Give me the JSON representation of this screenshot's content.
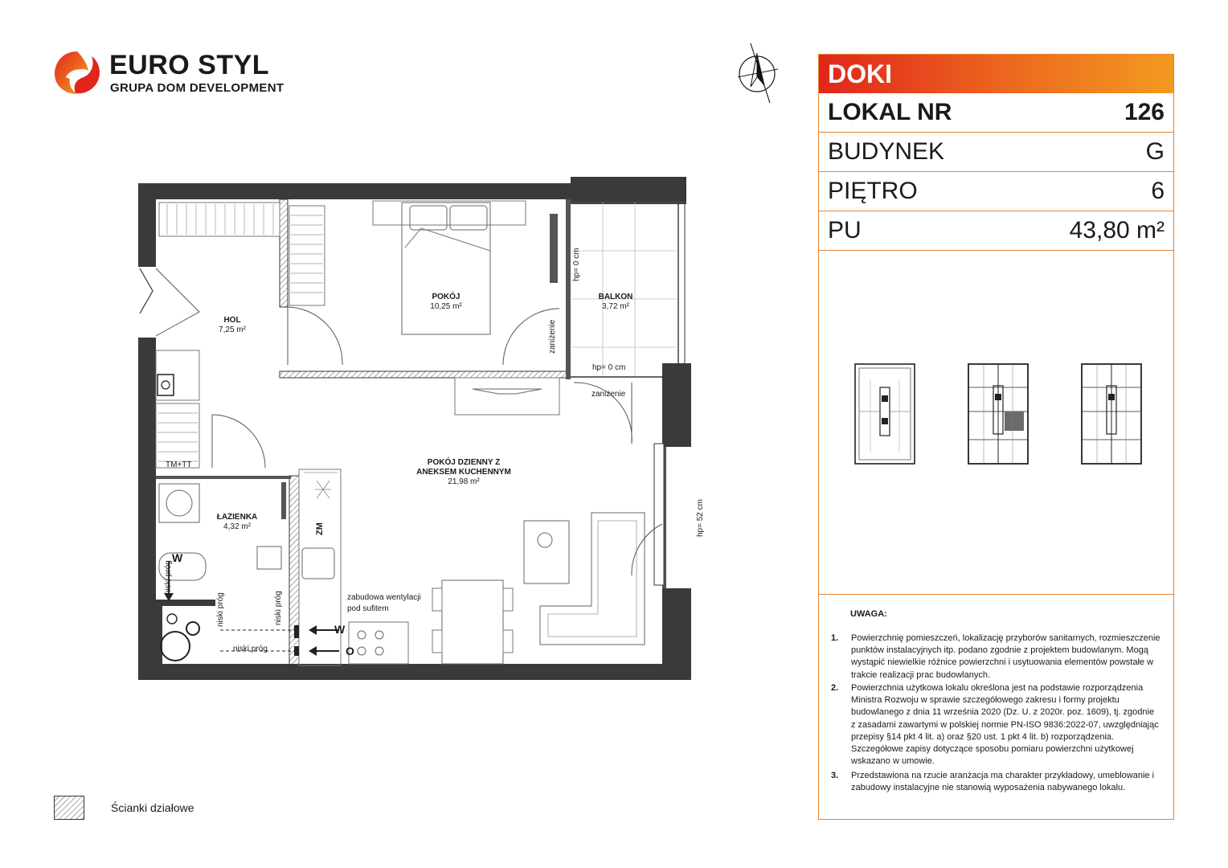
{
  "brand": {
    "name": "EURO STYL",
    "tagline": "GRUPA DOM DEVELOPMENT"
  },
  "panel": {
    "project": "DOKI",
    "rows": [
      {
        "label": "LOKAL NR",
        "value": "126"
      },
      {
        "label": "BUDYNEK",
        "value": "G"
      },
      {
        "label": "PIĘTRO",
        "value": "6"
      },
      {
        "label": "PU",
        "value": "43,80 m²"
      }
    ],
    "notes_title": "UWAGA:",
    "notes": [
      {
        "num": "1.",
        "text": "Powierzchnię pomieszczeń, lokalizację przyborów sanitarnych, rozmieszczenie punktów instalacyjnych itp. podano zgodnie z projektem budowlanym. Mogą wystąpić niewielkie różnice powierzchni i usytuowania elementów powstałe w trakcie realizacji prac budowlanych."
      },
      {
        "num": "2.",
        "text": "Powierzchnia użytkowa lokalu określona jest na podstawie rozporządzenia Ministra Rozwoju w sprawie szczegółowego zakresu i formy projektu budowlanego z dnia 11 września 2020 (Dz. U. z 2020r. poz. 1609), tj. zgodnie z zasadami zawartymi w polskiej normie PN-ISO 9836:2022-07, uwzględniając przepisy §14 pkt 4 lit. a) oraz §20 ust. 1 pkt 4 lit. b) rozporządzenia. Szczegółowe zapisy dotyczące sposobu pomiaru powierzchni użytkowej wskazano w umowie."
      },
      {
        "num": "3.",
        "text": "Przedstawiona na rzucie aranżacja ma charakter przykładowy, umeblowanie i zabudowy instalacyjne nie stanowią wyposażenia nabywanego lokalu."
      }
    ]
  },
  "plan": {
    "rooms": [
      {
        "name": "HOL",
        "area": "7,25 m²"
      },
      {
        "name": "POKÓJ",
        "area": "10,25 m²"
      },
      {
        "name": "BALKON",
        "area": "3,72 m²"
      },
      {
        "name": "POKÓJ DZIENNY Z",
        "name2": "ANEKSEM KUCHENNYM",
        "area": "21,98 m²"
      },
      {
        "name": "ŁAZIENKA",
        "area": "4,32 m²"
      }
    ],
    "annotations": {
      "hp_balcony_side": "hp= 0 cm",
      "hp_balcony_bottom": "hp= 0 cm",
      "hp_window": "hp= 52 cm",
      "lowering_1": "zaniżenie",
      "lowering_2": "zaniżenie",
      "tm_tt": "TM+TT",
      "ventilation_1": "zabudowa wentylacji",
      "ventilation_2": "pod sufitem",
      "low_threshold": "niski próg",
      "w_mark": "W",
      "o_mark": "O",
      "zm_mark": "ZM"
    }
  },
  "legend": {
    "label": "Ścianki działowe"
  },
  "colors": {
    "accent_start": "#e1251b",
    "accent_end": "#f39a20",
    "wall": "#3a3a3a",
    "highlight_unit": "#6b6b6b"
  }
}
